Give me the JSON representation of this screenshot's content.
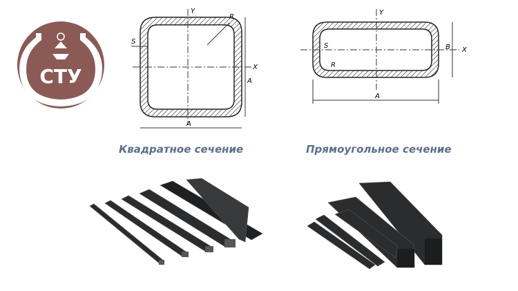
{
  "logo": {
    "text": "СТУ",
    "color": "#8c5a55"
  },
  "square_section": {
    "caption": "Квадратное сечение",
    "labels": {
      "y": "Y",
      "x": "X",
      "r": "R",
      "s": "S",
      "a_bottom": "A",
      "a_side": "A"
    }
  },
  "rect_section": {
    "caption": "Прямоугольное сечение",
    "labels": {
      "y": "Y",
      "x": "X",
      "r": "R",
      "s": "S",
      "a": "A",
      "b": "B"
    }
  },
  "colors": {
    "caption": "#5b6f8c",
    "steel": "#2a2c2e"
  }
}
